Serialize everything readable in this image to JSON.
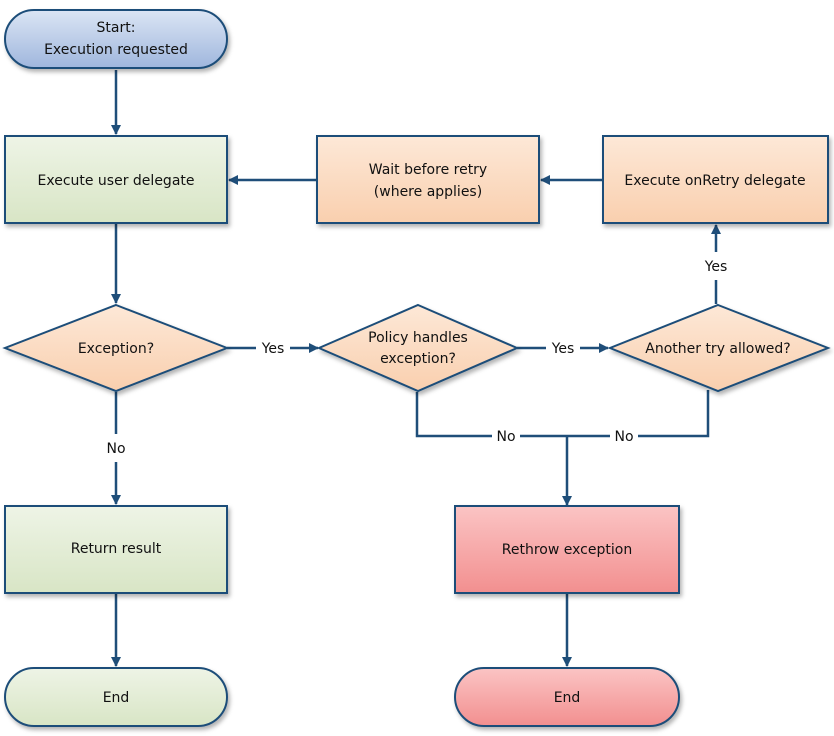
{
  "nodes": {
    "start": {
      "line1": "Start:",
      "line2": "Execution requested"
    },
    "execute": {
      "label": "Execute user delegate"
    },
    "wait": {
      "line1": "Wait before retry",
      "line2": "(where applies)"
    },
    "on_retry": {
      "label": "Execute onRetry delegate"
    },
    "exception_q": {
      "label": "Exception?"
    },
    "policy_q": {
      "line1": "Policy handles",
      "line2": "exception?"
    },
    "another_q": {
      "label": "Another try allowed?"
    },
    "return_result": {
      "label": "Return result"
    },
    "rethrow": {
      "label": "Rethrow exception"
    },
    "end_success": {
      "label": "End"
    },
    "end_failure": {
      "label": "End"
    }
  },
  "edge_labels": {
    "exception_yes": "Yes",
    "exception_no": "No",
    "policy_yes": "Yes",
    "policy_no": "No",
    "another_yes": "Yes",
    "another_no": "No"
  },
  "colors": {
    "stroke": "#1f4e79",
    "start_fill": "#b4c7e7",
    "green_fill": "#e2ecd5",
    "orange_fill": "#fbdcc2",
    "red_fill": "#f7a8a8"
  }
}
